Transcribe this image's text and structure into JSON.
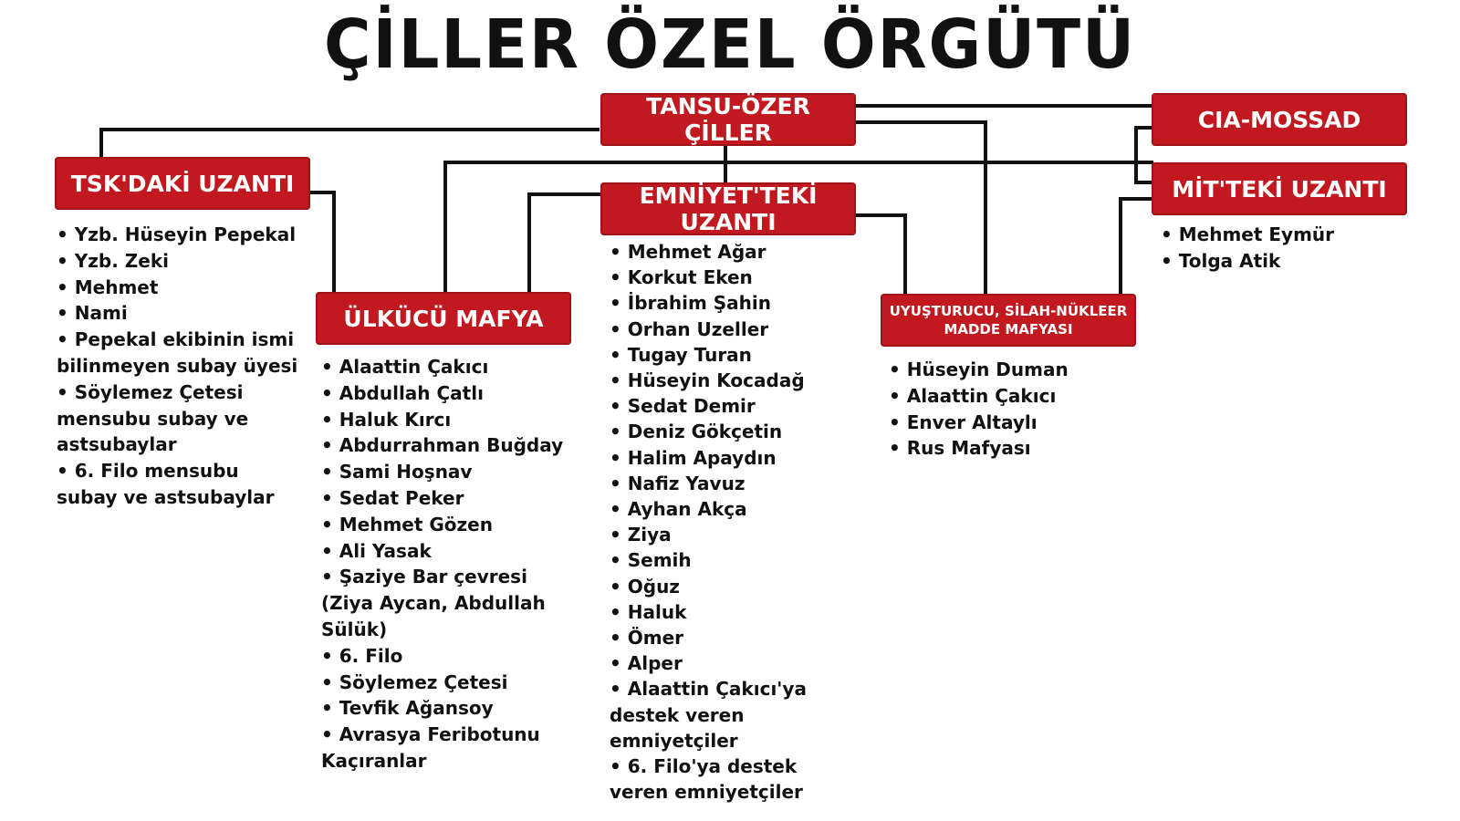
{
  "title": "ÇİLLER ÖZEL ÖRGÜTÜ",
  "colors": {
    "box_fill": "#c1191f",
    "box_text": "#ffffff",
    "line": "#111111",
    "text": "#111111"
  },
  "nodes": {
    "tansu": {
      "label": "TANSU-ÖZER ÇİLLER"
    },
    "cia": {
      "label": "CIA-MOSSAD"
    },
    "tsk": {
      "label": "TSK'DAKİ UZANTI"
    },
    "mit": {
      "label": "MİT'TEKİ UZANTI"
    },
    "emniyet": {
      "label": "EMNİYET'TEKİ UZANTI"
    },
    "ulkucu": {
      "label": "ÜLKÜCÜ MAFYA"
    },
    "uyusturucu": {
      "label": "UYUŞTURUCU, SİLAH-NÜKLEER\nMADDE MAFYASI"
    }
  },
  "lists": {
    "tsk": [
      "Yzb. Hüseyin Pepekal",
      "Yzb. Zeki",
      "Mehmet",
      "Nami",
      "Pepekal ekibinin ismi bilinmeyen subay üyesi",
      "Söylemez Çetesi mensubu subay ve astsubaylar",
      "6. Filo mensubu subay ve astsubaylar"
    ],
    "ulkucu": [
      "Alaattin Çakıcı",
      "Abdullah Çatlı",
      "Haluk Kırcı",
      "Abdurrahman Buğday",
      "Sami Hoşnav",
      "Sedat Peker",
      "Mehmet Gözen",
      "Ali Yasak",
      "Şaziye Bar çevresi (Ziya Aycan, Abdullah Sülük)",
      "6. Filo",
      "Söylemez Çetesi",
      "Tevfik Ağansoy",
      "Avrasya Feribotunu Kaçıranlar"
    ],
    "emniyet": [
      "Mehmet Ağar",
      "Korkut Eken",
      "İbrahim Şahin",
      "Orhan Uzeller",
      "Tugay Turan",
      "Hüseyin Kocadağ",
      "Sedat Demir",
      "Deniz Gökçetin",
      "Halim Apaydın",
      "Nafiz Yavuz",
      "Ayhan Akça",
      "Ziya",
      "Semih",
      "Oğuz",
      "Haluk",
      "Ömer",
      "Alper",
      "Alaattin Çakıcı'ya destek veren emniyetçiler",
      "6. Filo'ya destek veren emniyetçiler"
    ],
    "uyusturucu": [
      "Hüseyin Duman",
      "Alaattin Çakıcı",
      "Enver Altaylı",
      "Rus Mafyası"
    ],
    "mit": [
      "Mehmet Eymür",
      "Tolga Atik"
    ]
  }
}
